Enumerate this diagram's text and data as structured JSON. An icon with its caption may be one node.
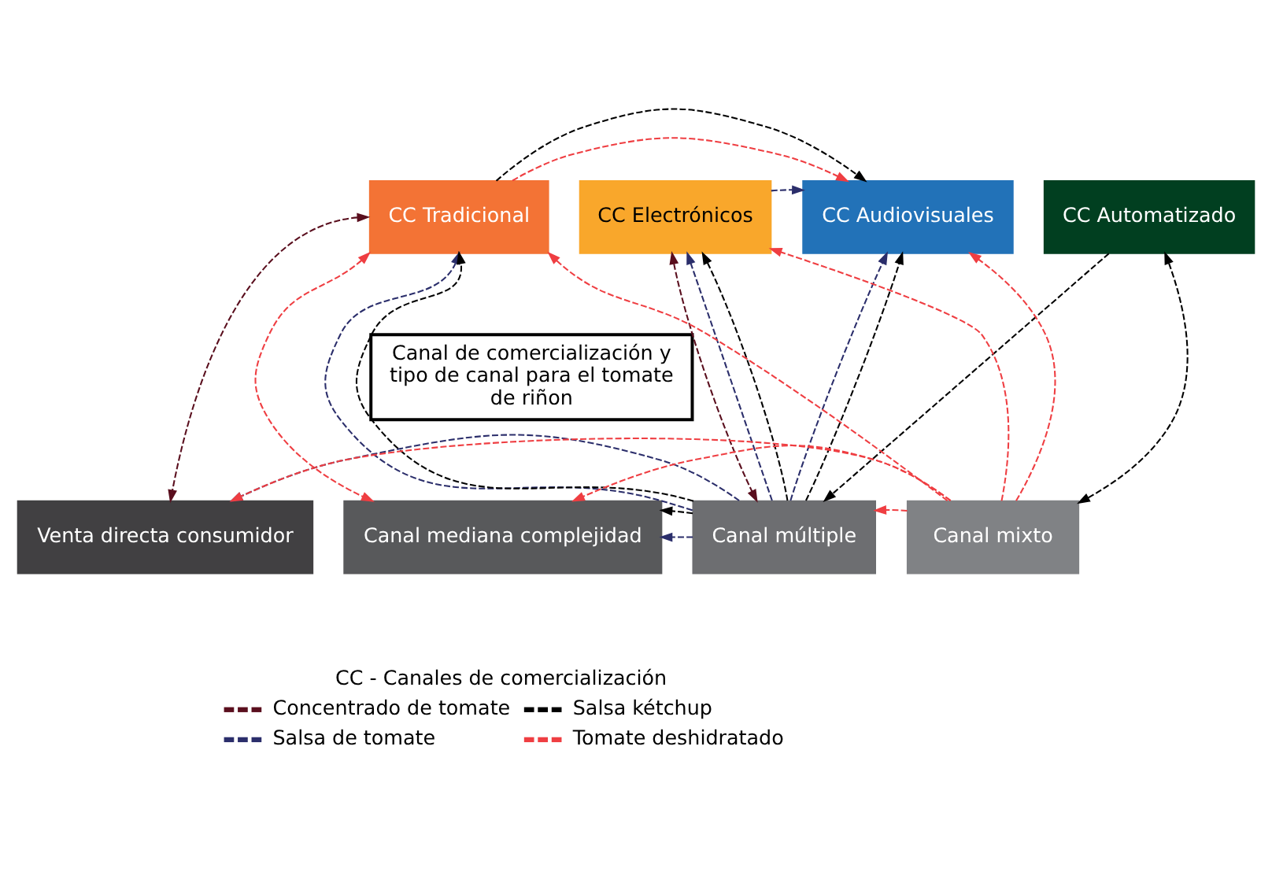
{
  "diagram": {
    "nodes": [
      {
        "text": [
          "CC Tradicional"
        ]
      },
      {
        "text": [
          "CC Electrónicos"
        ]
      },
      {
        "text": [
          "CC Audiovisuales"
        ]
      },
      {
        "text": [
          "CC Automatizado"
        ]
      },
      {
        "text": [
          "Canal de comercialización y tipo de canal para el tomate de riñon"
        ]
      },
      {
        "text": [
          "Venta directa consumidor"
        ]
      },
      {
        "text": [
          "Canal mediana complejidad"
        ]
      },
      {
        "text": [
          "Canal múltiple"
        ]
      },
      {
        "text": [
          "Canal mixto"
        ]
      }
    ],
    "edges": [
      {
        "from": 0,
        "to": 2,
        "arrow": "to",
        "style": "dashed",
        "color": "#ef3e42"
      },
      {
        "from": 0,
        "to": 2,
        "arrow": "to",
        "style": "dashed",
        "color": "#000000"
      },
      {
        "from": 1,
        "to": 2,
        "arrow": "to",
        "style": "dashed",
        "color": "#2b2e6b"
      },
      {
        "from": 8,
        "to": 0,
        "arrow": "to",
        "style": "dashed",
        "color": "#ef3e42"
      },
      {
        "from": 8,
        "to": 1,
        "arrow": "to",
        "style": "dashed",
        "color": "#ef3e42"
      },
      {
        "from": 8,
        "to": 2,
        "arrow": "to",
        "style": "dashed",
        "color": "#ef3e42"
      },
      {
        "from": 8,
        "to": 7,
        "arrow": "to",
        "style": "dashed",
        "color": "#ef3e42"
      },
      {
        "from": 8,
        "to": 5,
        "arrow": "to",
        "style": "dashed",
        "color": "#ef3e42"
      },
      {
        "from": 8,
        "to": 6,
        "arrow": "to",
        "style": "dashed",
        "color": "#ef3e42"
      },
      {
        "from": 0,
        "to": 6,
        "arrow": "both",
        "style": "dashed",
        "color": "#ef3e42"
      },
      {
        "from": 0,
        "to": 5,
        "arrow": "both",
        "style": "dashed",
        "color": "#5a0f1e"
      },
      {
        "from": 1,
        "to": 7,
        "arrow": "both",
        "style": "dashed",
        "color": "#5a0f1e"
      },
      {
        "from": 7,
        "to": 0,
        "arrow": "to",
        "style": "dashed",
        "color": "#2b2e6b"
      },
      {
        "from": 7,
        "to": 1,
        "arrow": "to",
        "style": "dashed",
        "color": "#2b2e6b"
      },
      {
        "from": 7,
        "to": 2,
        "arrow": "to",
        "style": "dashed",
        "color": "#2b2e6b"
      },
      {
        "from": 7,
        "to": 5,
        "arrow": "to",
        "style": "dashed",
        "color": "#2b2e6b"
      },
      {
        "from": 7,
        "to": 6,
        "arrow": "to",
        "style": "dashed",
        "color": "#2b2e6b"
      },
      {
        "from": 7,
        "to": 0,
        "arrow": "to",
        "style": "dashed",
        "color": "#000000"
      },
      {
        "from": 7,
        "to": 1,
        "arrow": "to",
        "style": "dashed",
        "color": "#000000"
      },
      {
        "from": 7,
        "to": 2,
        "arrow": "to",
        "style": "dashed",
        "color": "#000000"
      },
      {
        "from": 7,
        "to": 6,
        "arrow": "to",
        "style": "dashed",
        "color": "#000000"
      },
      {
        "from": 3,
        "to": 8,
        "arrow": "both",
        "style": "dashed",
        "color": "#000000"
      },
      {
        "from": 3,
        "to": 7,
        "arrow": "to",
        "style": "dashed",
        "color": "#000000"
      }
    ],
    "labels": [
      "CC - Canales de comercialización"
    ],
    "legend": [
      {
        "text": "Concentrado de tomate",
        "color": "#5a0f1e"
      },
      {
        "text": "Salsa kétchup",
        "color": "#000000"
      },
      {
        "text": "Salsa de tomate",
        "color": "#2b2e6b"
      },
      {
        "text": "Tomate deshidratado",
        "color": "#ef3e42"
      }
    ]
  }
}
